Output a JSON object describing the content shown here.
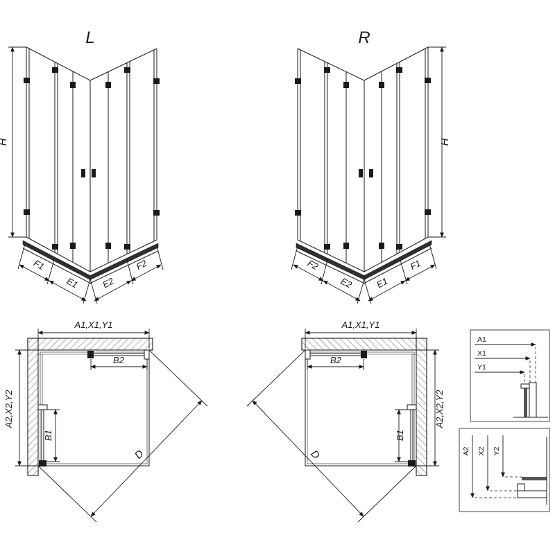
{
  "meta": {
    "title": "Corner shower enclosure technical drawing, L and R versions"
  },
  "colors": {
    "line": "#1a1a1a",
    "dark_fill": "#2f2f2f",
    "hatch": "#666666",
    "background": "#ffffff"
  },
  "iso_left": {
    "label": "L",
    "height": "H",
    "bottom_dims": [
      "F1",
      "E1",
      "E2",
      "F2"
    ]
  },
  "iso_right": {
    "label": "R",
    "height": "H",
    "bottom_dims": [
      "F2",
      "E2",
      "E1",
      "F1"
    ]
  },
  "plan_left": {
    "width_dim": "A1,X1,Y1",
    "depth_dim": "A2,X2,Y2",
    "door_top_dim": "B2",
    "door_side_dim": "B1",
    "diagonal_dim": "D"
  },
  "plan_right": {
    "width_dim": "A1,X1,Y1",
    "depth_dim": "A2,X2,Y2",
    "door_top_dim": "B2",
    "door_side_dim": "B1",
    "diagonal_dim": "D"
  },
  "detail_top": {
    "dims": [
      "A1",
      "X1",
      "Y1"
    ]
  },
  "detail_bottom": {
    "dims": [
      "A2",
      "X2",
      "Y2"
    ]
  }
}
